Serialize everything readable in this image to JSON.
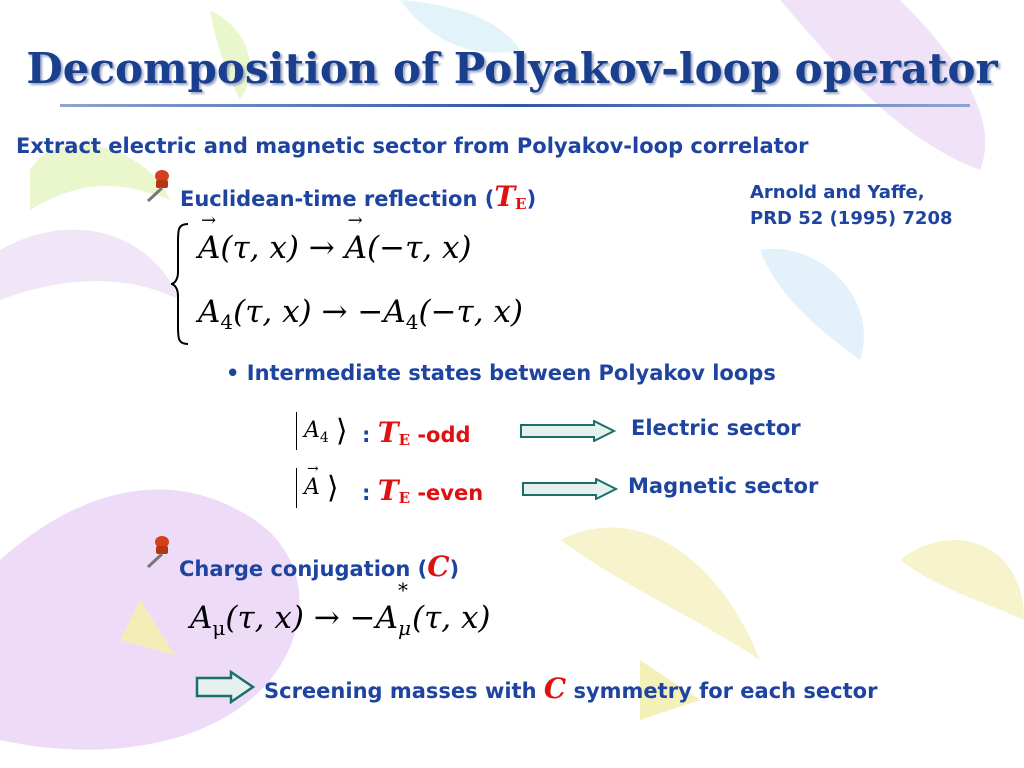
{
  "title": "Decomposition of Polyakov-loop operator",
  "intro": "Extract electric and magnetic sector from Polyakov-loop correlator",
  "reference": {
    "line1": "Arnold and Yaffe,",
    "line2": "PRD 52 (1995) 7208"
  },
  "bullet1": {
    "label": "Euclidean-time reflection (",
    "symbol": "T",
    "symbol_sub": "E",
    "close": ")"
  },
  "eq1": {
    "lhs": "A(τ, x)",
    "arrow": "→",
    "rhs": "A(−τ, x)"
  },
  "eq2": {
    "lhs_sym": "A",
    "lhs_sub": "4",
    "lhs_args": "(τ, x)",
    "arrow": "→",
    "rhs_sym": "−A",
    "rhs_sub": "4",
    "rhs_args": "(−τ, x)"
  },
  "intermediate": {
    "bullet": "•",
    "text": "Intermediate states between Polyakov loops"
  },
  "state_odd": {
    "ket_sym": "A",
    "ket_sub": "4",
    "colon": ":",
    "t": "T",
    "t_sub": "E",
    "parity": "-odd",
    "sector": "Electric sector"
  },
  "state_even": {
    "ket_sym": "A",
    "colon": ":",
    "t": "T",
    "t_sub": "E",
    "parity": "-even",
    "sector": "Magnetic sector"
  },
  "bullet2": {
    "label": "Charge conjugation (",
    "symbol": "C",
    "close": ")"
  },
  "eq3": {
    "lhs_sym": "A",
    "lhs_sub": "μ",
    "lhs_args": "(τ, x)",
    "arrow": "→",
    "rhs_sym": "−A",
    "rhs_sup": "*",
    "rhs_sub": "μ",
    "rhs_args": "(τ, x)"
  },
  "conclusion": {
    "pre": "Screening masses with",
    "symbol": "C",
    "post": "symmetry for each sector"
  },
  "colors": {
    "title": "#1a3f8f",
    "text": "#1e44a0",
    "accent": "#e01010",
    "arrow_fill": "#e6f0ee",
    "arrow_stroke": "#1b6f6a",
    "pin": "#d2401c"
  }
}
